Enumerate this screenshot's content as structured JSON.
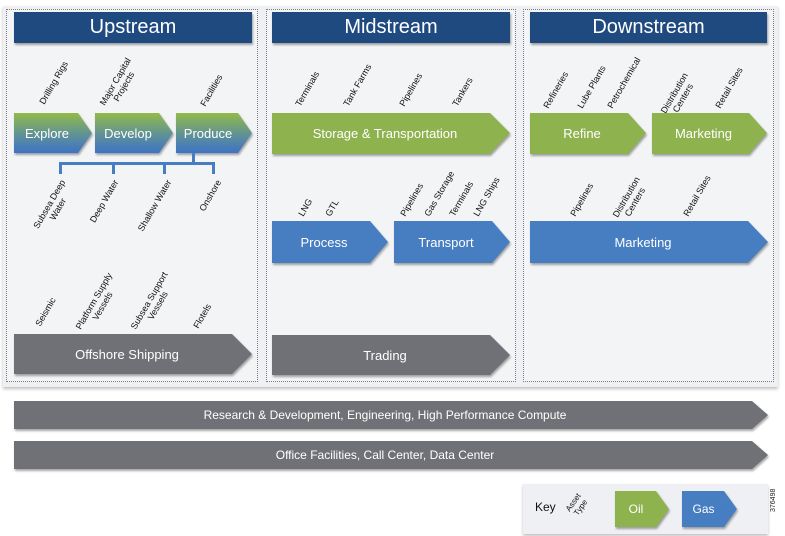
{
  "colors": {
    "header": "#1e4a80",
    "oil": "#8db24e",
    "gas": "#477dc1",
    "shared": "#6f7176"
  },
  "upstream": {
    "title": "Upstream",
    "stages": [
      {
        "label": "Explore",
        "asset_type": "oil-and-gas",
        "assets": [
          "Drilling Rigs"
        ]
      },
      {
        "label": "Develop",
        "asset_type": "oil-and-gas",
        "assets": [
          "Major Capital Projects"
        ]
      },
      {
        "label": "Produce",
        "asset_type": "oil-and-gas",
        "assets": [
          "Facilities"
        ]
      }
    ],
    "produce_branches": [
      "Subsea Deep Water",
      "Deep Water",
      "Shallow Water",
      "Onshore"
    ],
    "shipping": {
      "label": "Offshore Shipping",
      "assets": [
        "Seismic",
        "Platform Supply Vessels",
        "Subsea Support Vessels",
        "Flotels"
      ]
    }
  },
  "midstream": {
    "title": "Midstream",
    "storage": {
      "label": "Storage & Transportation",
      "asset_type": "oil",
      "assets": [
        "Terminals",
        "Tank Farms",
        "Pipelines",
        "Tankers"
      ]
    },
    "process": {
      "label": "Process",
      "asset_type": "gas",
      "assets": [
        "LNG",
        "GTL"
      ]
    },
    "transport": {
      "label": "Transport",
      "asset_type": "gas",
      "assets": [
        "Pipelines",
        "Gas Storage",
        "Terminals",
        "LNG Ships"
      ]
    },
    "trading": {
      "label": "Trading"
    }
  },
  "downstream": {
    "title": "Downstream",
    "refine": {
      "label": "Refine",
      "asset_type": "oil",
      "assets": [
        "Refineries",
        "Lube Plants",
        "Petrochemical"
      ]
    },
    "marketing_oil": {
      "label": "Marketing",
      "asset_type": "oil",
      "assets": [
        "Distribution Centers",
        "Retail Sites"
      ]
    },
    "marketing_gas": {
      "label": "Marketing",
      "asset_type": "gas",
      "assets": [
        "Pipelines",
        "Distribution Centers",
        "Retail Sites"
      ]
    }
  },
  "shared_bars": [
    "Research & Development, Engineering, High Performance Compute",
    "Office Facilities, Call Center, Data Center"
  ],
  "key": {
    "title": "Key",
    "subtitle": "Asset Type",
    "items": [
      {
        "label": "Oil",
        "type": "oil"
      },
      {
        "label": "Gas",
        "type": "gas"
      }
    ]
  },
  "figure_id": "376498"
}
